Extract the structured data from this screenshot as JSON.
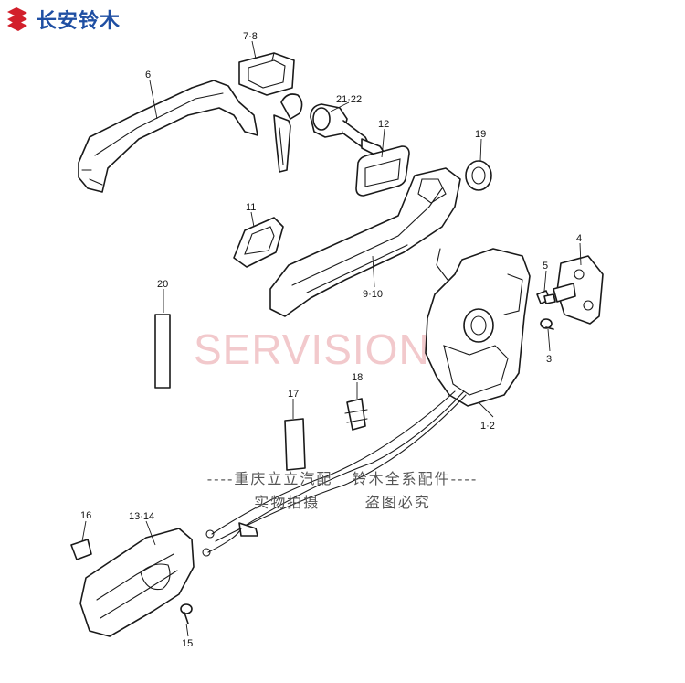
{
  "brand": {
    "name": "长安铃木",
    "color": "#1f4fa3",
    "accent": "#d21f2b",
    "logo_icon": "suzuki-s-logo-icon"
  },
  "watermark": {
    "text": "SERVISION",
    "color": "#f2c9cc"
  },
  "banner": {
    "line1": "----重庆立立汽配   铃木全系配件----",
    "line2": "实物拍摄       盗图必究"
  },
  "callouts": {
    "p7_8": "7·8",
    "p6": "6",
    "p21_22": "21·22",
    "p12": "12",
    "p19": "19",
    "p11": "11",
    "p9_10": "9·10",
    "p4": "4",
    "p5": "5",
    "p3": "3",
    "p20": "20",
    "p18": "18",
    "p17": "17",
    "p1_2": "1·2",
    "p16": "16",
    "p13_14": "13·14",
    "p15": "15"
  }
}
